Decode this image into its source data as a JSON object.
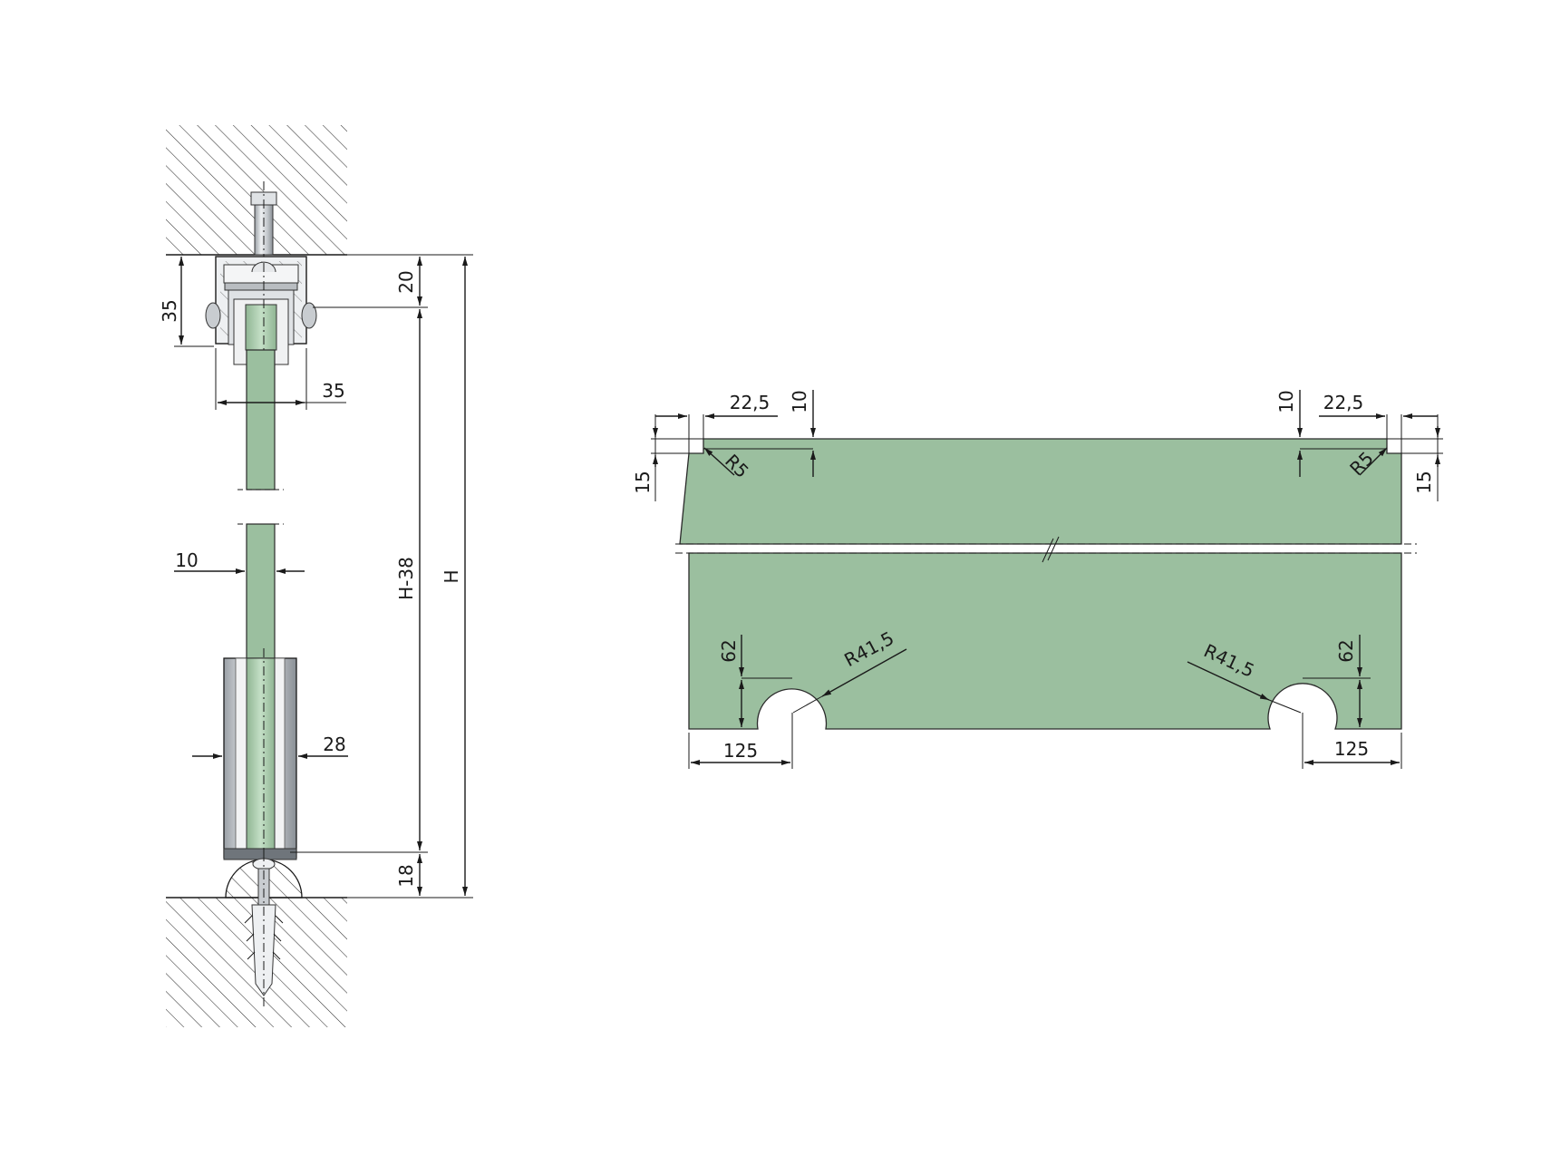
{
  "colors": {
    "glass": "#9bbf9f",
    "glass_light": "#b7d6b9",
    "metal_light": "#e6e8ea",
    "metal_mid": "#b9bdc1",
    "metal_dark": "#7b8086",
    "line": "#1a1a1a",
    "hatch": "#333333"
  },
  "section_view": {
    "dims": {
      "top_profile_height": "35",
      "top_gap": "20",
      "top_profile_width": "35",
      "glass_thickness": "10",
      "bottom_guide_width": "28",
      "inner_height": "H-38",
      "total_height": "H",
      "bottom_gap": "18"
    }
  },
  "elevation_view": {
    "dims": {
      "corner_notch_left": "22,5",
      "corner_offset_left": "10",
      "corner_height_left": "15",
      "corner_radius_left": "R5",
      "corner_notch_right": "22,5",
      "corner_offset_right": "10",
      "corner_height_right": "15",
      "corner_radius_right": "R5",
      "cutout_radius_left": "R41,5",
      "cutout_height_left": "62",
      "cutout_offset_left": "125",
      "cutout_radius_right": "R41,5",
      "cutout_height_right": "62",
      "cutout_offset_right": "125"
    }
  }
}
